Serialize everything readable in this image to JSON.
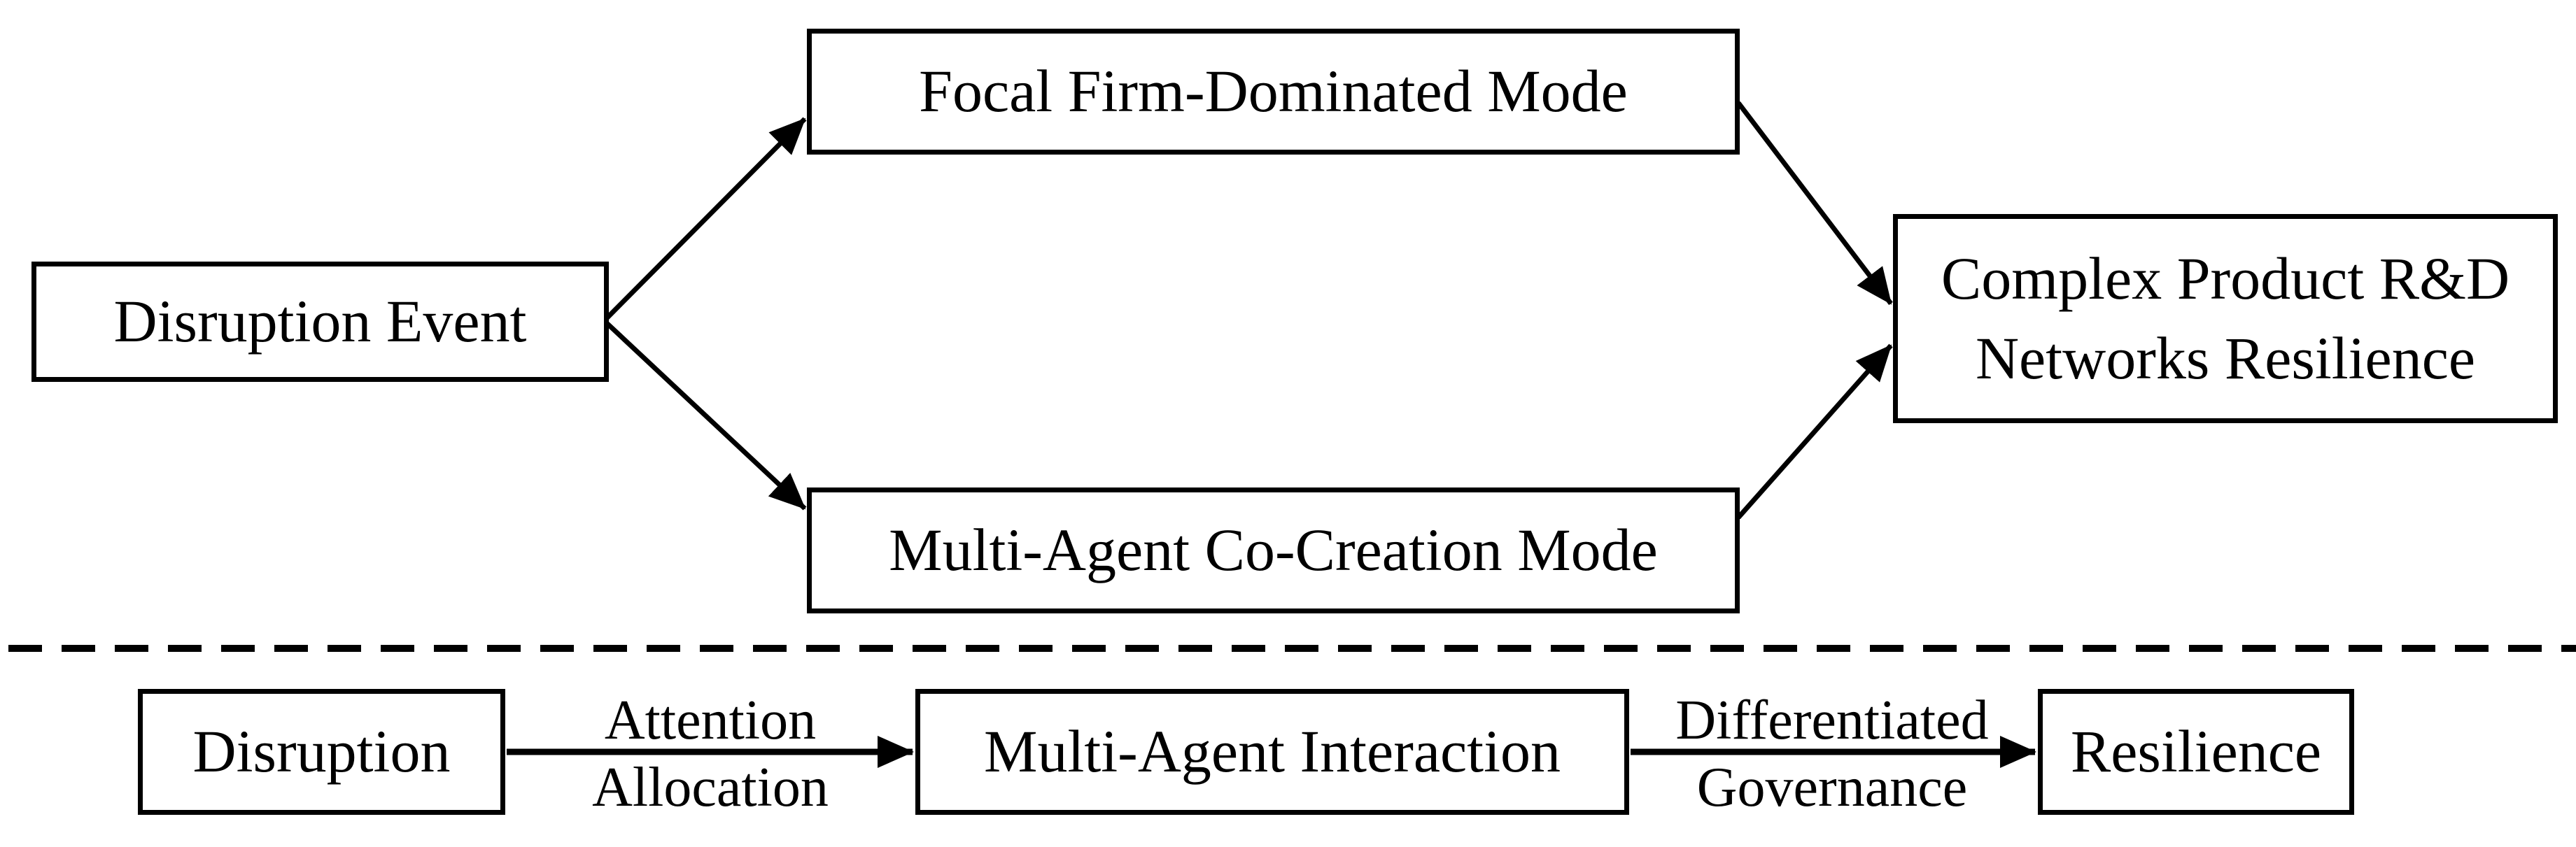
{
  "figure": {
    "type": "conceptual-flow-diagram",
    "colors": {
      "ink": "#000000",
      "background": "#ffffff"
    },
    "top_section": {
      "disruption_event_label": "Disruption Event",
      "focal_mode_label": "Focal Firm-Dominated Mode",
      "cocreation_mode_label": "Multi-Agent Co-Creation Mode",
      "complex_resilience_line1": "Complex Product R&D",
      "complex_resilience_line2": "Networks Resilience"
    },
    "bottom_section": {
      "disruption_label": "Disruption",
      "interaction_label": "Multi-Agent Interaction",
      "resilience_label": "Resilience",
      "attention_line1": "Attention",
      "attention_line2": "Allocation",
      "governance_line1": "Differentiated",
      "governance_line2": "Governance"
    },
    "edges": [
      {
        "from": "Disruption Event",
        "to": "Focal Firm-Dominated Mode",
        "label": ""
      },
      {
        "from": "Disruption Event",
        "to": "Multi-Agent Co-Creation Mode",
        "label": ""
      },
      {
        "from": "Focal Firm-Dominated Mode",
        "to": "Complex Product R&D Networks Resilience",
        "label": ""
      },
      {
        "from": "Multi-Agent Co-Creation Mode",
        "to": "Complex Product R&D Networks Resilience",
        "label": ""
      },
      {
        "from": "Disruption",
        "to": "Multi-Agent Interaction",
        "label": "Attention Allocation"
      },
      {
        "from": "Multi-Agent Interaction",
        "to": "Resilience",
        "label": "Differentiated Governance"
      }
    ]
  }
}
